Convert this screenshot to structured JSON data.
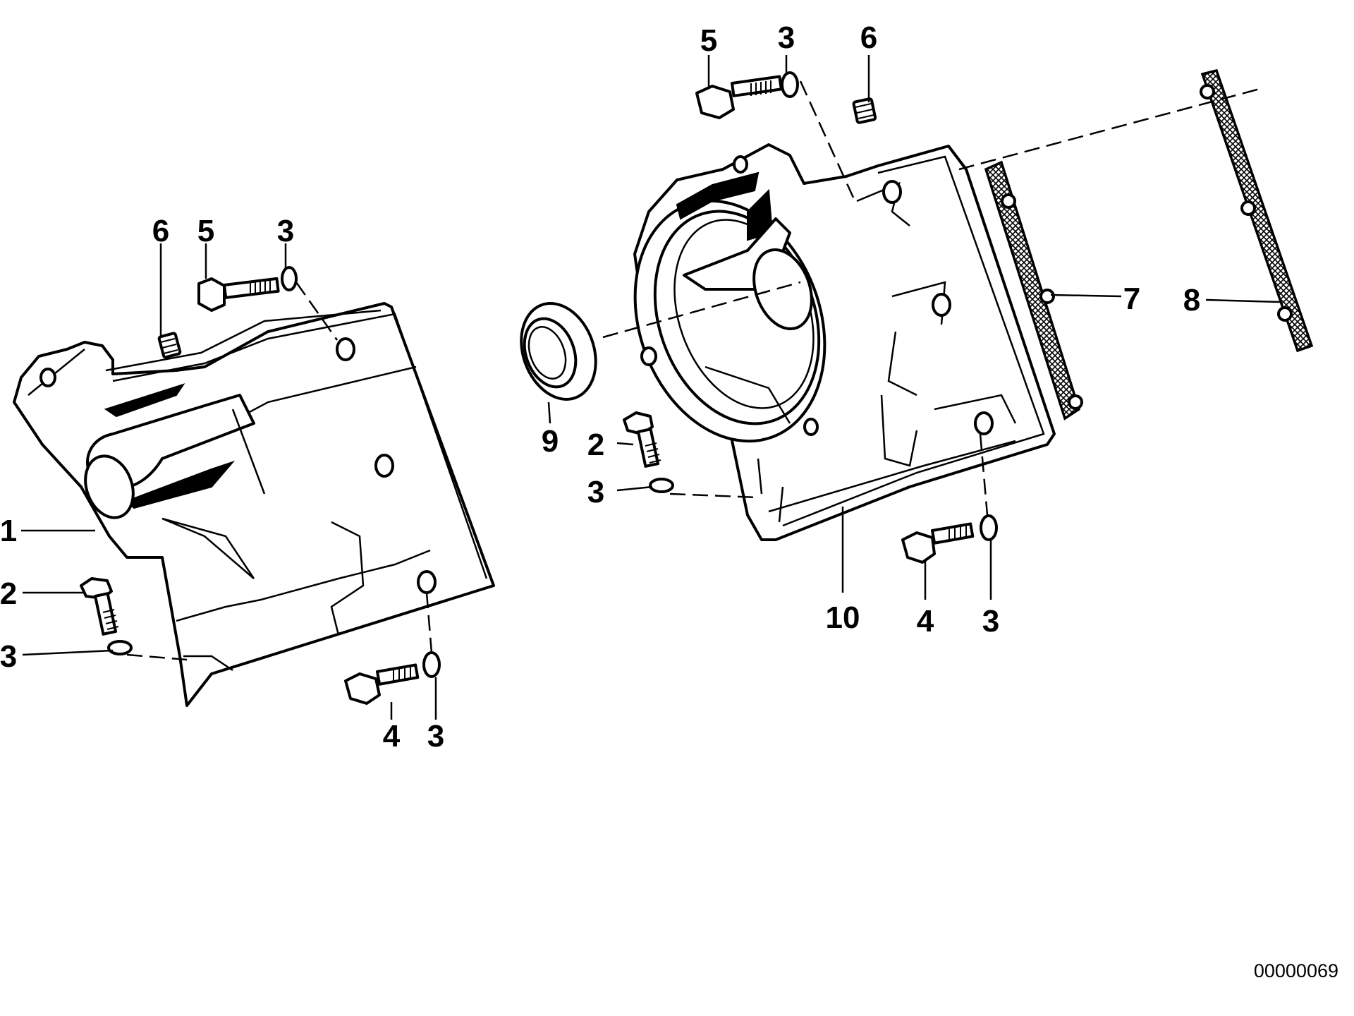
{
  "diagram_number": "00000069",
  "callouts": {
    "left_6": "6",
    "left_5": "5",
    "left_3_top": "3",
    "left_1": "1",
    "left_2": "2",
    "left_3_mid": "3",
    "left_4": "4",
    "left_3_bottom": "3",
    "right_5": "5",
    "right_3_top": "3",
    "right_6": "6",
    "right_7": "7",
    "right_8": "8",
    "right_9": "9",
    "right_2": "2",
    "right_3_mid": "3",
    "right_10": "10",
    "right_4": "4",
    "right_3_bottom": "3"
  }
}
